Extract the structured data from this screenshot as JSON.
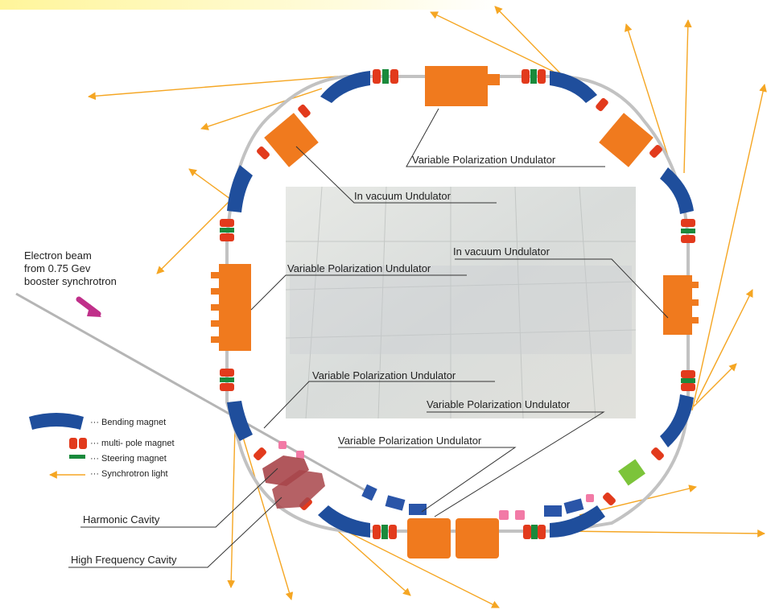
{
  "labels": {
    "var_pol_top": "Variable Polarization Undulator",
    "in_vac_1": "In vacuum Undulator",
    "in_vac_2": "In vacuum Undulator",
    "var_pol_left": "Variable Polarization Undulator",
    "var_pol_mid1": "Variable Polarization Undulator",
    "var_pol_mid2": "Variable Polarization Undulator",
    "var_pol_bottom": "Variable Polarization Undulator",
    "harmonic_cavity": "Harmonic Cavity",
    "hf_cavity": "High Frequency Cavity"
  },
  "beam": {
    "line1": "Electron beam",
    "line2": "from 0.75 Gev",
    "line3": "booster synchrotron"
  },
  "legend": {
    "bending": "···  Bending magnet",
    "multipole": "···  multi- pole magnet",
    "steering": "···  Steering magnet",
    "light": "···  Synchrotron light"
  },
  "colors": {
    "bending": "#1f4e9c",
    "multipole": "#e23a1c",
    "steering": "#1a8a3c",
    "undulator": "#f07a1e",
    "light": "#f5a623",
    "beam_arrow": "#c0308a",
    "cavity": "#a8454a",
    "pink": "#f27aa6",
    "green_device": "#7cc43a"
  }
}
